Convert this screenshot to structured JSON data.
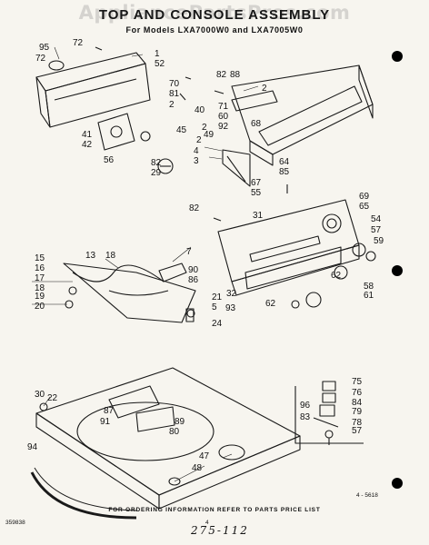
{
  "header": {
    "title": "TOP AND CONSOLE ASSEMBLY",
    "subtitle": "For Models LXA7000W0 and LXA7005W0",
    "watermark": "AppliancePartsPros.com"
  },
  "footer": {
    "note": "FOR ORDERING INFORMATION REFER TO PARTS PRICE LIST",
    "left_code": "359838",
    "center_mark": "4",
    "right_code": "4 - 5618",
    "handwritten": "275-112"
  },
  "callouts": [
    "95",
    "72",
    "1",
    "52",
    "72",
    "82",
    "88",
    "70",
    "2",
    "2",
    "81",
    "71",
    "40",
    "60",
    "92",
    "2",
    "49",
    "45",
    "68",
    "41",
    "42",
    "56",
    "2",
    "4",
    "3",
    "64",
    "85",
    "82",
    "29",
    "67",
    "55",
    "69",
    "65",
    "82",
    "31",
    "54",
    "57",
    "59",
    "13",
    "18",
    "7",
    "15",
    "16",
    "17",
    "18",
    "19",
    "20",
    "90",
    "86",
    "21",
    "5",
    "24",
    "62",
    "58",
    "61",
    "32",
    "93",
    "62",
    "30",
    "22",
    "87",
    "91",
    "89",
    "80",
    "75",
    "76",
    "84",
    "79",
    "78",
    "57",
    "96",
    "83",
    "94",
    "47",
    "48"
  ]
}
